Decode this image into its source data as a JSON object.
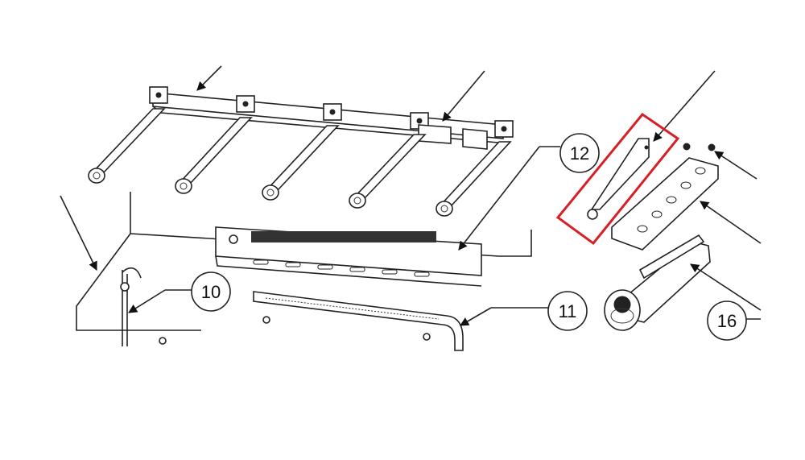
{
  "diagram": {
    "callouts": [
      {
        "id": "c10",
        "label": "10"
      },
      {
        "id": "c11",
        "label": "11"
      },
      {
        "id": "c12",
        "label": "12"
      },
      {
        "id": "c16",
        "label": "16"
      }
    ],
    "highlight_color": "#d62027"
  }
}
